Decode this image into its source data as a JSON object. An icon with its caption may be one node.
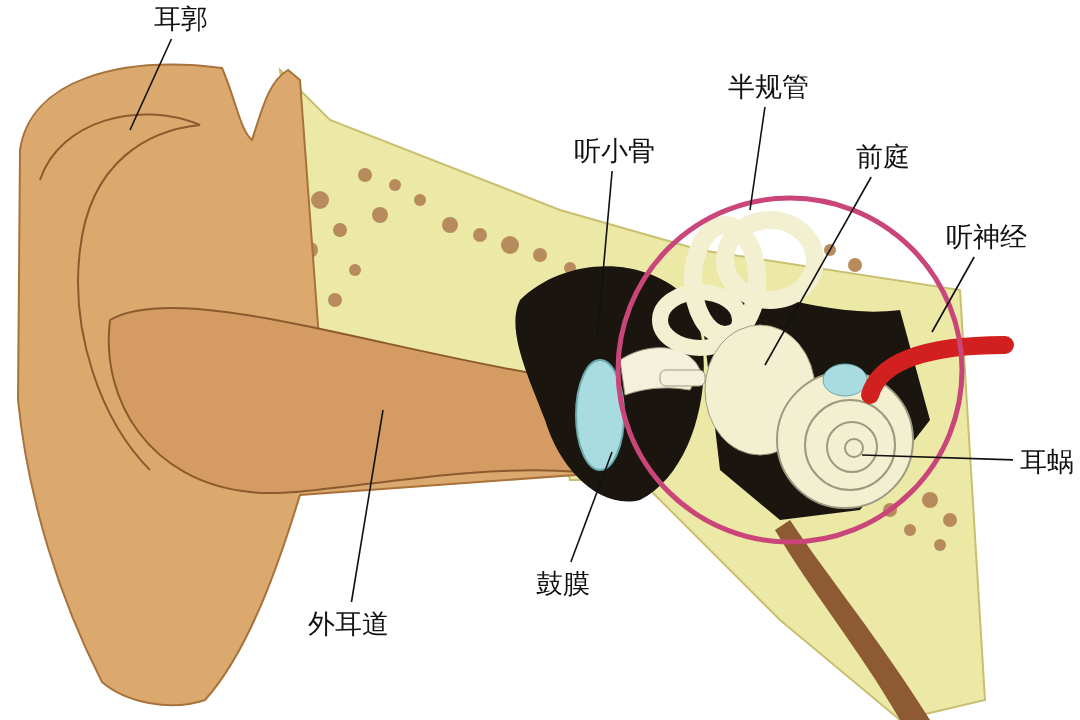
{
  "diagram": {
    "nodes": [
      {
        "text": [
          "耳郭"
        ]
      },
      {
        "text": [
          "半规管"
        ]
      },
      {
        "text": [
          "听小骨"
        ]
      },
      {
        "text": [
          "前庭"
        ]
      },
      {
        "text": [
          "听神经"
        ]
      },
      {
        "text": [
          "耳蜗"
        ]
      },
      {
        "text": [
          "外耳道"
        ]
      },
      {
        "text": [
          "鼓膜"
        ]
      }
    ],
    "edges": [
      {
        "from": 0,
        "to": null,
        "arrow": "none"
      },
      {
        "from": 1,
        "to": null,
        "arrow": "none"
      },
      {
        "from": 2,
        "to": null,
        "arrow": "none"
      },
      {
        "from": 3,
        "to": null,
        "arrow": "none"
      },
      {
        "from": 4,
        "to": null,
        "arrow": "none"
      },
      {
        "from": 5,
        "to": null,
        "arrow": "none"
      },
      {
        "from": 6,
        "to": null,
        "arrow": "none"
      },
      {
        "from": 7,
        "to": null,
        "arrow": "none"
      }
    ]
  }
}
